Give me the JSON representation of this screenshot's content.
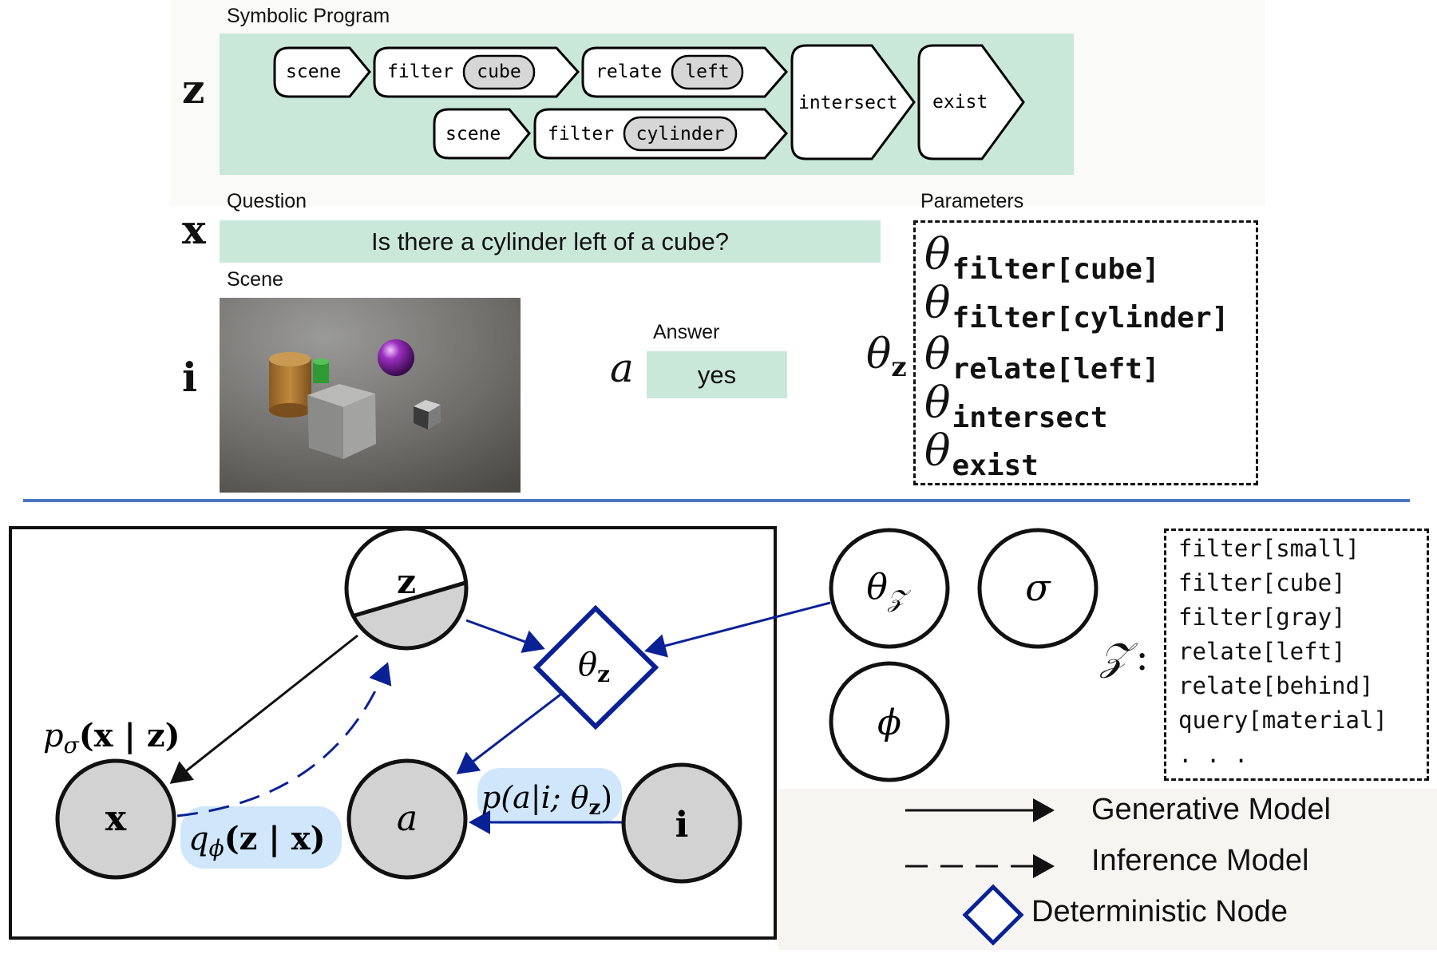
{
  "program": {
    "title": "Symbolic Program",
    "var": "z",
    "modules": {
      "scene_1": "scene",
      "filter_1": "filter",
      "filter_1_arg": "cube",
      "relate": "relate",
      "relate_arg": "left",
      "intersect": "intersect",
      "exist": "exist",
      "scene_2": "scene",
      "filter_2": "filter",
      "filter_2_arg": "cylinder"
    }
  },
  "question": {
    "title": "Question",
    "var": "x",
    "text": "Is there a cylinder left of a cube?"
  },
  "scene": {
    "title": "Scene",
    "var": "i"
  },
  "answer": {
    "title": "Answer",
    "var": "a",
    "value": "yes"
  },
  "parameters": {
    "title": "Parameters",
    "theta": "θ",
    "label_theta": "θ",
    "label_sub": "z",
    "entries": [
      {
        "sub": "filter[cube]"
      },
      {
        "sub": "filter[cylinder]"
      },
      {
        "sub": "relate[left]"
      },
      {
        "sub": "intersect"
      },
      {
        "sub": "exist"
      }
    ]
  },
  "graph": {
    "nodes": {
      "z": "z",
      "x": "x",
      "a": "a",
      "i": "i",
      "theta_z": "θ",
      "theta_z_sub": "z",
      "theta_Z": "θ",
      "theta_Z_sub": "𝒵",
      "sigma": "σ",
      "phi": "ϕ"
    },
    "labels": {
      "p_sigma_pre": "p",
      "p_sigma_sub": "σ",
      "p_sigma_body": "(x | z)",
      "q_phi_pre": "q",
      "q_phi_sub": "ϕ",
      "q_phi_body": "(z | x)",
      "p_a_text": "p(a|i; θ",
      "p_a_sub": "z",
      "p_a_close": ")"
    },
    "colors": {
      "accent": "#0a2196",
      "observed": "#d2d2d2",
      "highlight": "#cfe6fb",
      "green": "#c9e8da",
      "divider": "#4a76c1"
    }
  },
  "vocabulary": {
    "symbol": "𝒵",
    "colon": ":",
    "entries": [
      "filter[small]",
      "filter[cube]",
      "filter[gray]",
      "relate[left]",
      "relate[behind]",
      "query[material]",
      ". . ."
    ]
  },
  "legend": {
    "generative": "Generative Model",
    "inference": "Inference Model",
    "deterministic": "Deterministic Node"
  }
}
